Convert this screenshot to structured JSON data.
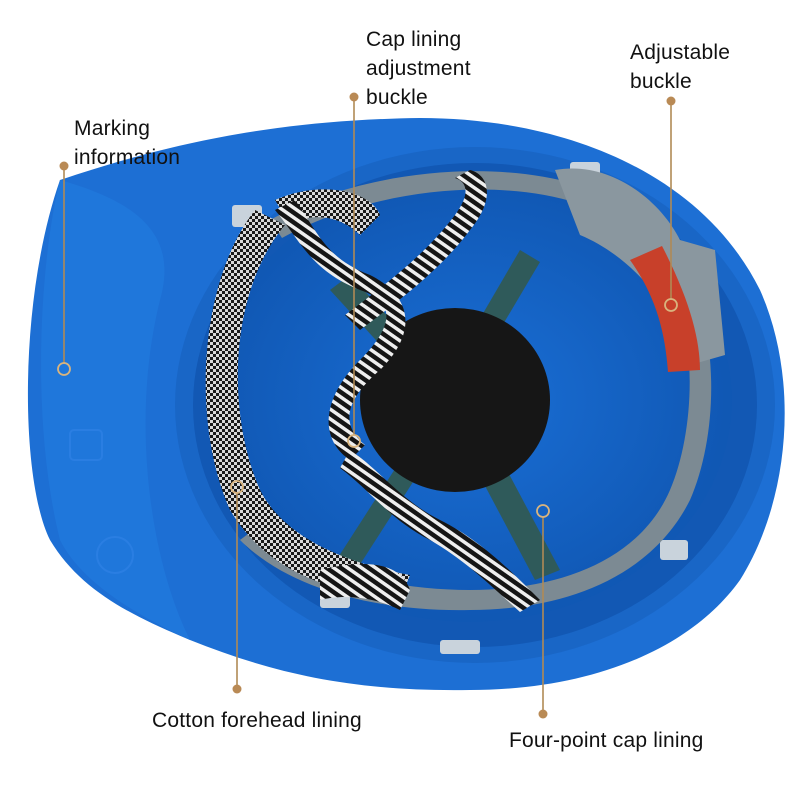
{
  "figure": {
    "subject": "Blue safety helmet, underside view",
    "colors": {
      "background": "#ffffff",
      "helmet_shell": "#1d6fd4",
      "helmet_shell_dark": "#1257b0",
      "helmet_inner": "#1565c8",
      "suspension_band": "#7c8a93",
      "cap_lining_strap": "#2f5a5a",
      "crown_pad": "#151515",
      "webbing_dark": "#1a1a1a",
      "webbing_light": "#e8e8e8",
      "adjuster_red": "#c8402a",
      "callout_line": "#b08a55",
      "callout_dot": "#b98a55",
      "label_text": "#111111"
    }
  },
  "callouts": [
    {
      "id": "marking-information",
      "text": "Marking\ninformation",
      "dot": [
        64,
        166
      ],
      "target": [
        64,
        369
      ]
    },
    {
      "id": "cap-lining-adjustment-buckle",
      "text": "Cap lining\nadjustment\nbuckle",
      "dot": [
        354,
        97
      ],
      "target": [
        354,
        441
      ]
    },
    {
      "id": "adjustable-buckle",
      "text": "Adjustable\nbuckle",
      "dot": [
        671,
        101
      ],
      "target": [
        671,
        305
      ]
    },
    {
      "id": "cotton-forehead-lining",
      "text": "Cotton forehead lining",
      "dot": [
        237,
        689
      ],
      "target": [
        237,
        487
      ]
    },
    {
      "id": "four-point-cap-lining",
      "text": "Four-point cap lining",
      "dot": [
        543,
        714
      ],
      "target": [
        543,
        511
      ]
    }
  ]
}
